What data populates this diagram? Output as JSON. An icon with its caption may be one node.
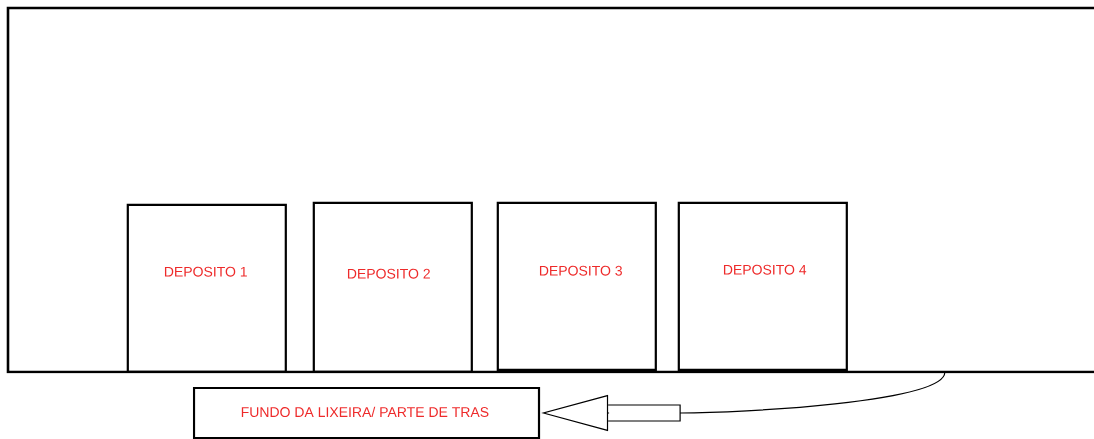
{
  "diagram": {
    "nodes": [
      {
        "text": [],
        "shape": "box"
      },
      {
        "text": [
          "DEPOSITO 1"
        ],
        "in": 0
      },
      {
        "text": [
          "DEPOSITO 2"
        ],
        "in": 0
      },
      {
        "text": [
          "DEPOSITO 3"
        ],
        "in": 0
      },
      {
        "text": [
          "DEPOSITO 4"
        ],
        "in": 0
      },
      {
        "text": [
          "FUNDO DA LIXEIRA/ PARTE DE TRAS"
        ]
      }
    ],
    "edges": [
      {
        "from": 0,
        "to": 5,
        "arrow": "to"
      }
    ]
  }
}
